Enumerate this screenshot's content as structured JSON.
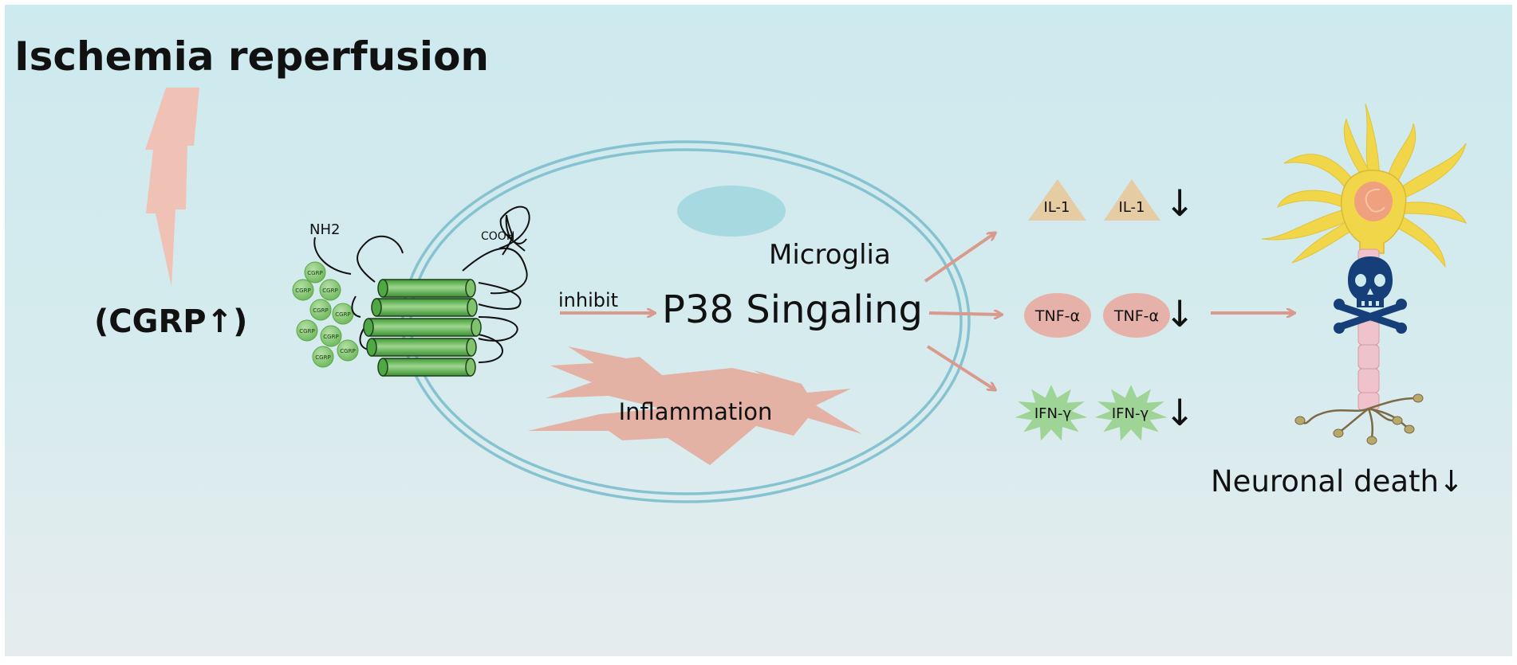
{
  "title": "Ischemia  reperfusion",
  "cgrp_label": "(CGRP↑)",
  "receptor": {
    "nh2": "NH2",
    "cooh": "COOH",
    "ligand": "CGRP"
  },
  "inhibit_label": "inhibit",
  "microglia_label": "Microglia",
  "p38_label": "P38 Singaling",
  "inflammation_label": "Inflammation",
  "cytokines": {
    "il1": "IL-1",
    "tnf": "TNF-α",
    "ifn": "IFN-γ",
    "down_arrow": "↓"
  },
  "neuron_label": "Neuronal death↓",
  "colors": {
    "background_top": "#cdeaee",
    "background_bottom": "#e5ecee",
    "lightning": "#f0c2b5",
    "arrow": "#d99a8d",
    "membrane": "#86c3d1",
    "nucleus": "#a7d9e0",
    "inflammation": "#e4b2a5",
    "il1": "#e6cca3",
    "tnf": "#e6b1a8",
    "ifn": "#9ed495",
    "receptor": "#56b04a",
    "ligand": "#7fc36c",
    "neuron_body": "#f2d649",
    "skull": "#163f7a",
    "axon": "#f0c2cb"
  },
  "icons": [
    "lightning-bolt-icon",
    "receptor-icon",
    "neuron-icon",
    "skull-icon"
  ]
}
